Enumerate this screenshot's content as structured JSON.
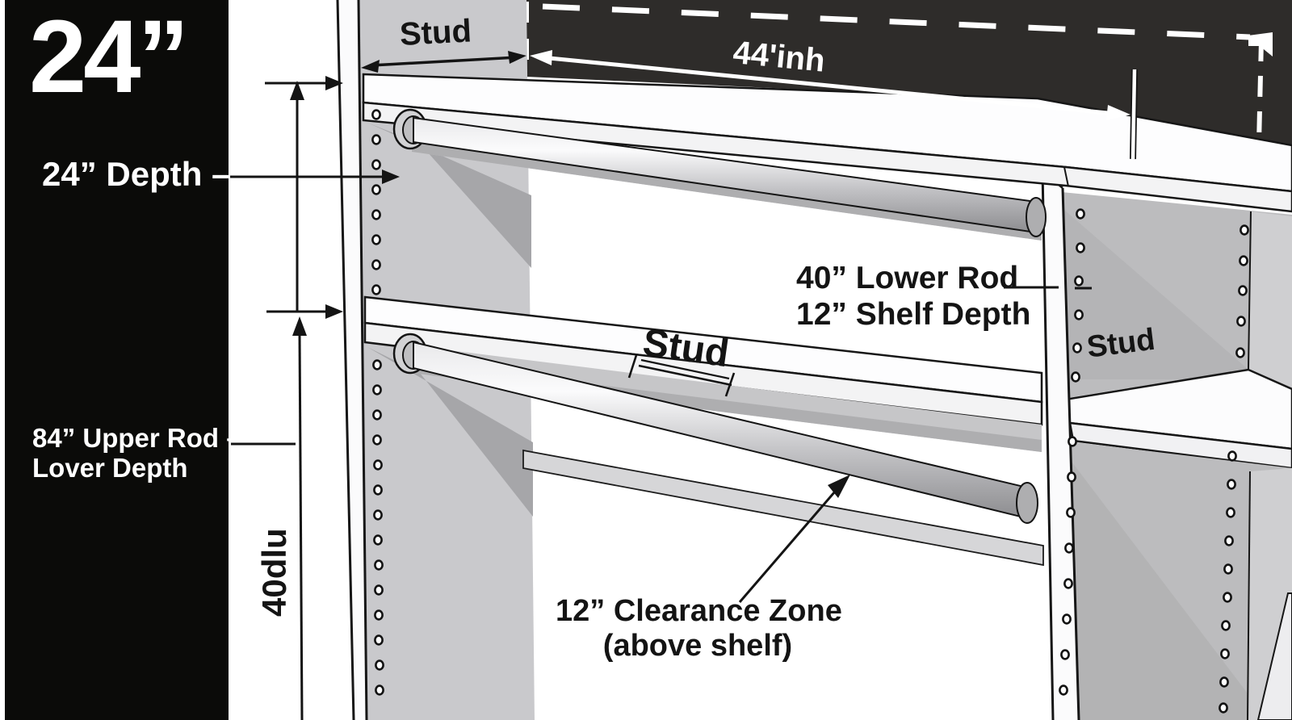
{
  "sidebar": {
    "size_label": "24”",
    "depth_label": "24” Depth –",
    "upper_rod_line1": "84” Upper Rod –",
    "upper_rod_line2": "Lover Depth"
  },
  "diagram": {
    "stud_top_left": "Stud",
    "stud_middle": "Stud",
    "stud_right": "Stud",
    "width_dim_label": "44'inh",
    "lower_rod_line1": "40” Lower Rod",
    "lower_rod_line2": "12” Shelf Depth",
    "height_dim_label": "40dlu",
    "clearance_line1": "12” Clearance Zone",
    "clearance_line2": "(above shelf)"
  },
  "colors": {
    "sidebar_bg": "#0b0b09",
    "wall_panel": "#2e2c2a",
    "panel_face_gray": "#c9c9cc",
    "panel_shadow_gray": "#a6a6a9",
    "interior_gray": "#bcbcbe",
    "shelf_white": "#fcfcfd",
    "annotation_black": "#141414",
    "annotation_white": "#ffffff"
  }
}
